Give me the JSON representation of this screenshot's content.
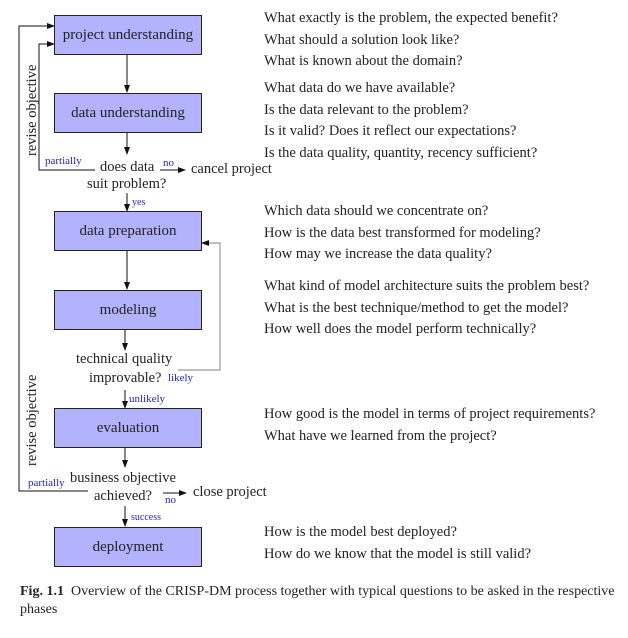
{
  "phases": [
    {
      "label": "project understanding"
    },
    {
      "label": "data understanding"
    },
    {
      "label": "data preparation"
    },
    {
      "label": "modeling"
    },
    {
      "label": "evaluation"
    },
    {
      "label": "deployment"
    }
  ],
  "decisions": {
    "data_suit": {
      "line1": "does data",
      "line2": "suit problem?",
      "no": "no",
      "yes": "yes",
      "partially": "partially",
      "no_target": "cancel project"
    },
    "tech_quality": {
      "line1": "technical quality",
      "line2": "improvable?",
      "likely": "likely",
      "unlikely": "unlikely"
    },
    "business": {
      "line1": "business objective",
      "line2": "achieved?",
      "no": "no",
      "success": "success",
      "partially": "partially",
      "no_target": "close project"
    }
  },
  "side_labels": {
    "revise_top": "revise objective",
    "revise_bottom": "revise objective"
  },
  "questions": {
    "project_understanding": [
      "What exactly is the problem, the expected benefit?",
      "What should a solution look like?",
      "What is known about the domain?"
    ],
    "data_understanding": [
      "What data do we have available?",
      "Is the data relevant to the problem?",
      "Is it valid? Does it reflect our expectations?",
      "Is the data quality, quantity, recency sufficient?"
    ],
    "data_preparation": [
      "Which data should we concentrate on?",
      "How is the data best transformed for modeling?",
      "How may we increase the data quality?"
    ],
    "modeling": [
      "What kind of model architecture suits the problem best?",
      "What is the best technique/method to get the model?",
      "How well does the model perform technically?"
    ],
    "evaluation": [
      "How good is the model in terms of project requirements?",
      "What have we learned from the project?"
    ],
    "deployment": [
      "How is the model best deployed?",
      "How do we know that the model is still valid?"
    ]
  },
  "caption": {
    "label": "Fig. 1.1",
    "text": "Overview of the CRISP-DM process together with typical questions to be asked in the respective phases"
  },
  "colors": {
    "box_fill": "#b3b3fd",
    "branch_label": "#2222dd",
    "feedback_line": "#999999"
  }
}
